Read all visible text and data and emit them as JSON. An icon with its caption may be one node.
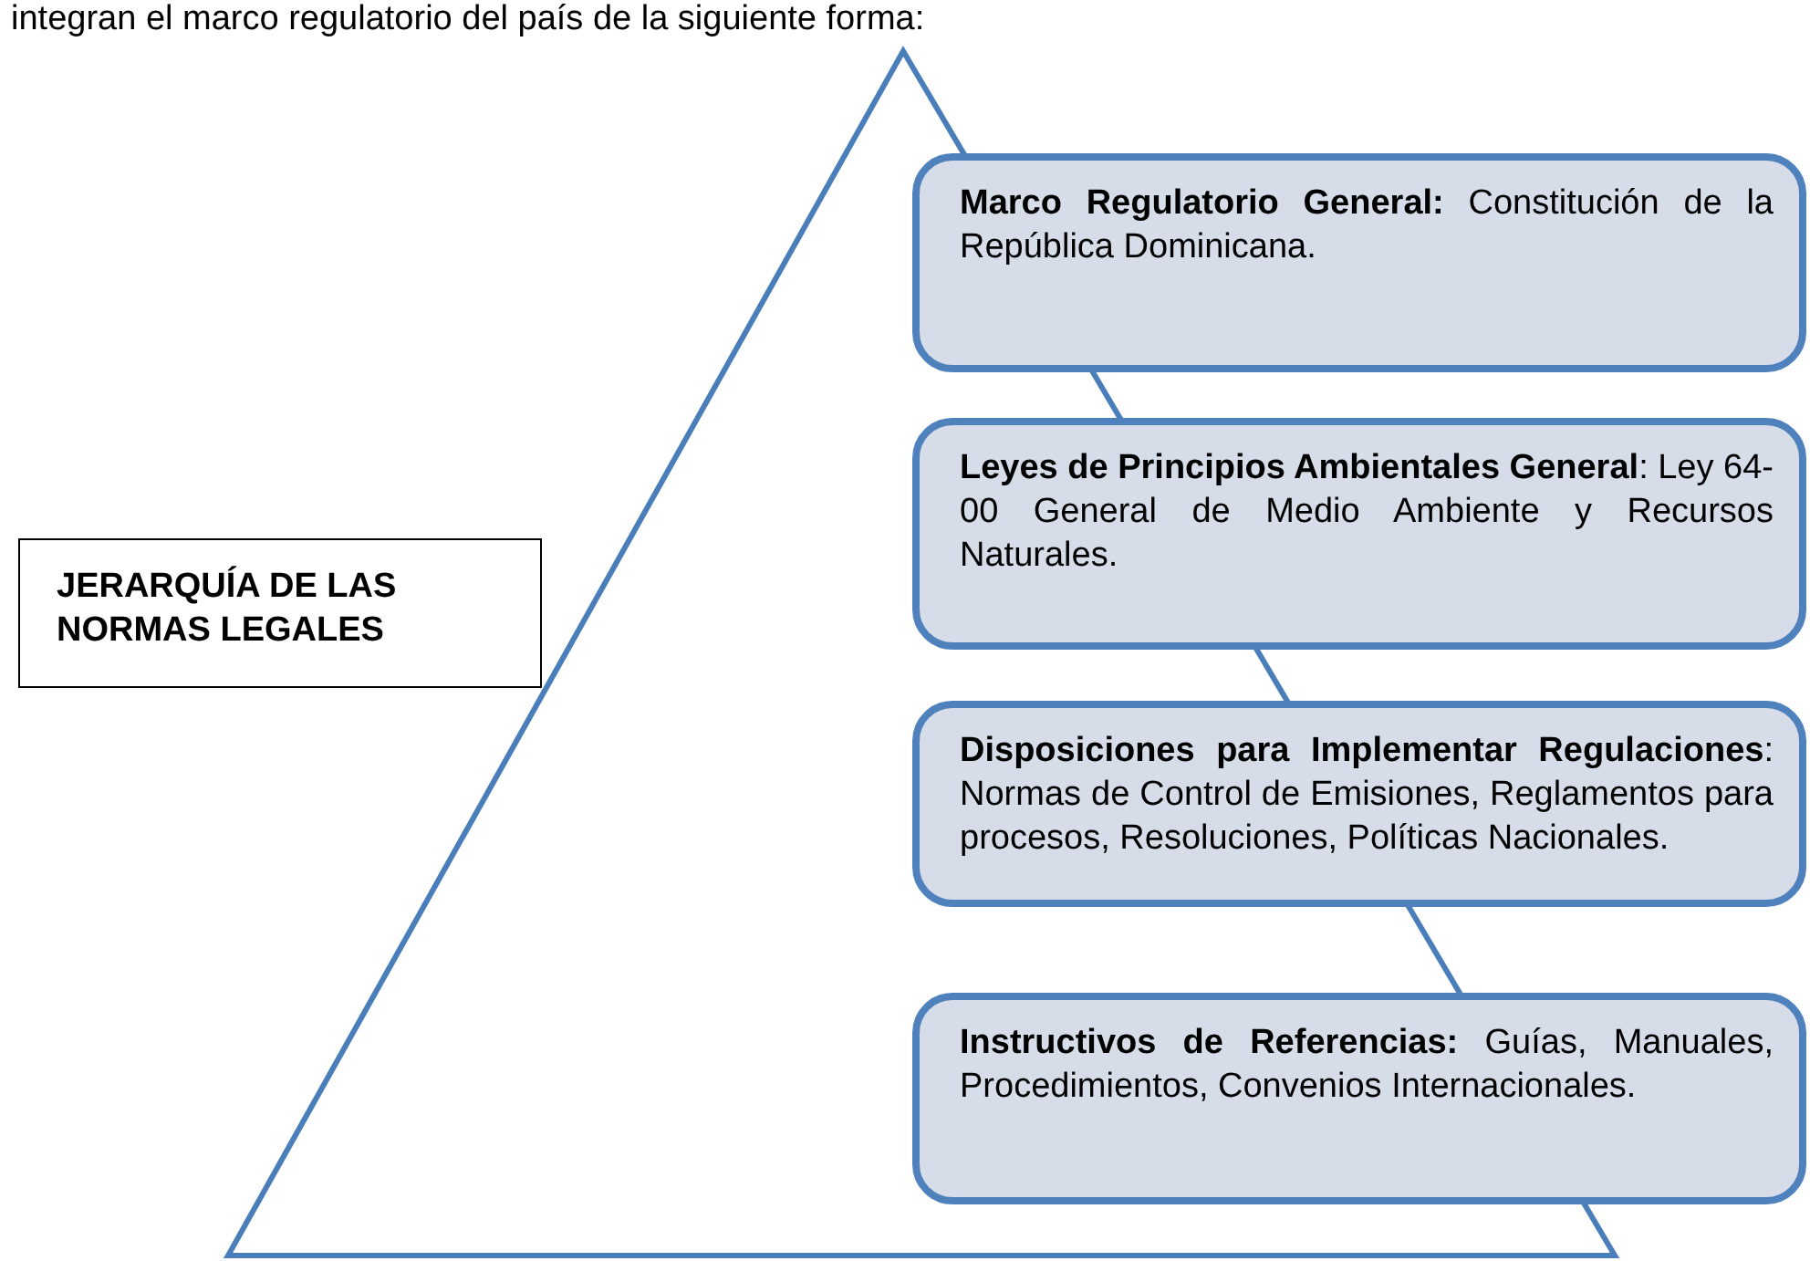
{
  "diagram": {
    "nodes": [
      {
        "text": [
          "JERARQUÍA DE LAS NORMAS LEGALES"
        ]
      },
      {
        "text": [
          "**Marco Regulatorio General:** Constitución de la República Dominicana."
        ]
      },
      {
        "text": [
          "**Leyes de Principios Ambientales General**: Ley 64-00 General de Medio Ambiente y Recursos Naturales."
        ]
      },
      {
        "text": [
          "**Disposiciones para Implementar Regulaciones**: Normas de Control de Emisiones, Reglamentos para procesos, Resoluciones, Políticas Nacionales."
        ]
      },
      {
        "text": [
          "**Instructivos de Referencias:** Guías, Manuales, Procedimientos, Convenios Internacionales."
        ]
      }
    ],
    "edges": [],
    "labels": [
      "integran el marco regulatorio del país de la siguiente forma:"
    ]
  }
}
